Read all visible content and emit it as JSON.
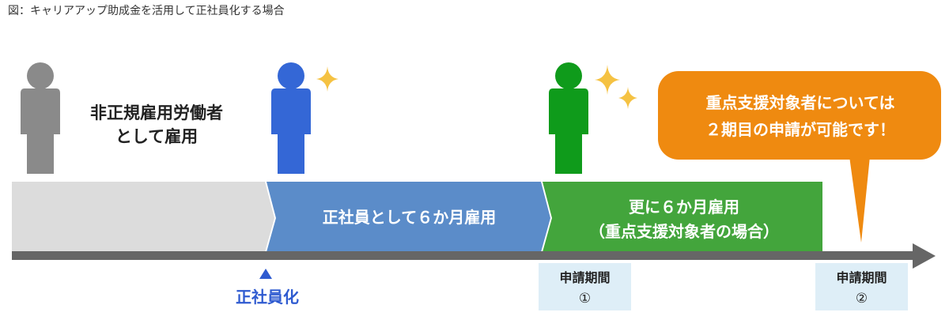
{
  "caption": "図：キャリアアップ助成金を活用して正社員化する場合",
  "stage1": {
    "line1": "非正規雇用労働者",
    "line2": "として雇用"
  },
  "band2": {
    "label": "正社員として６か月雇用"
  },
  "band3": {
    "line1": "更に６か月雇用",
    "line2": "（重点支援対象者の場合）"
  },
  "conversion": {
    "label": "正社員化"
  },
  "apply1": {
    "label": "申請期間",
    "num": "①"
  },
  "apply2": {
    "label": "申請期間",
    "num": "②"
  },
  "bubble": {
    "line1": "重点支援対象者については",
    "line2": "２期目の申請が可能です！"
  },
  "colors": {
    "band1": "#dcdcdc",
    "band2": "#5b8cc9",
    "band3": "#43a53c",
    "timeline": "#666666",
    "person_gray": "#8a8a8a",
    "person_blue": "#3467d6",
    "person_green": "#0f9b1b",
    "sparkle": "#f5c242",
    "bubble": "#ef8a10",
    "apply_bg": "#deeef7",
    "conversion": "#2f5bd0"
  },
  "icons": [
    "person-gray-icon",
    "person-blue-icon",
    "person-green-icon",
    "sparkle-icon",
    "triangle-up-icon"
  ]
}
